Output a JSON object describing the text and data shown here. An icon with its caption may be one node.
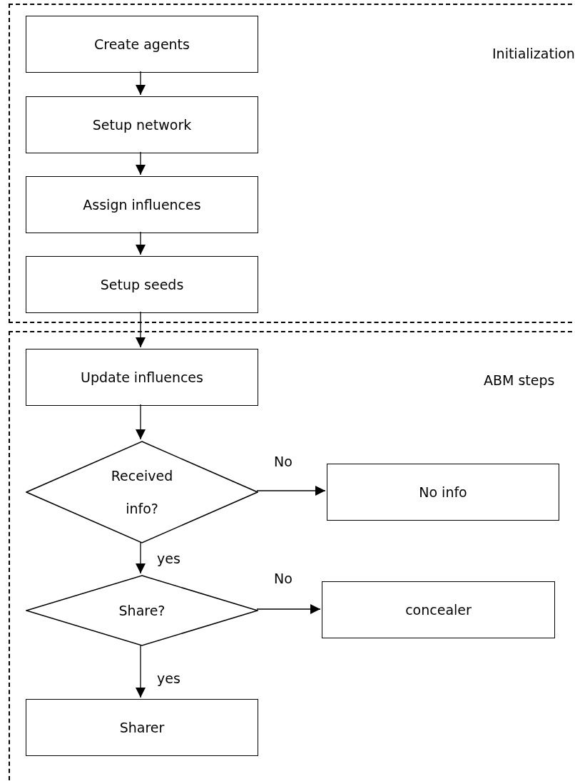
{
  "diagram": {
    "nodes": [
      {
        "text": [
          "Initialization"
        ]
      },
      {
        "text": [
          "Create agents"
        ],
        "in": 0
      },
      {
        "text": [
          "Setup network"
        ],
        "in": 0
      },
      {
        "text": [
          "Assign influences"
        ],
        "in": 0
      },
      {
        "text": [
          "Setup seeds"
        ],
        "in": 0
      },
      {
        "text": [
          "ABM steps"
        ]
      },
      {
        "text": [
          "Update influences"
        ],
        "in": 5
      },
      {
        "text": [
          "Received info?"
        ],
        "in": 5
      },
      {
        "text": [
          "No info"
        ],
        "in": 5
      },
      {
        "text": [
          "Share?"
        ],
        "in": 5
      },
      {
        "text": [
          "concealer"
        ],
        "in": 5
      },
      {
        "text": [
          "Sharer"
        ],
        "in": 5
      }
    ],
    "edges": [
      {
        "from": 1,
        "to": 2,
        "arrow": "to"
      },
      {
        "from": 2,
        "to": 3,
        "arrow": "to"
      },
      {
        "from": 3,
        "to": 4,
        "arrow": "to"
      },
      {
        "from": 4,
        "to": 6,
        "arrow": "to"
      },
      {
        "from": 6,
        "to": 7,
        "arrow": "to"
      },
      {
        "from": 7,
        "to": 8,
        "label": "No",
        "arrow": "to"
      },
      {
        "from": 7,
        "to": 9,
        "label": "yes",
        "arrow": "to"
      },
      {
        "from": 9,
        "to": 10,
        "label": "No",
        "arrow": "to"
      },
      {
        "from": 9,
        "to": 11,
        "label": "yes",
        "arrow": "to"
      }
    ]
  }
}
